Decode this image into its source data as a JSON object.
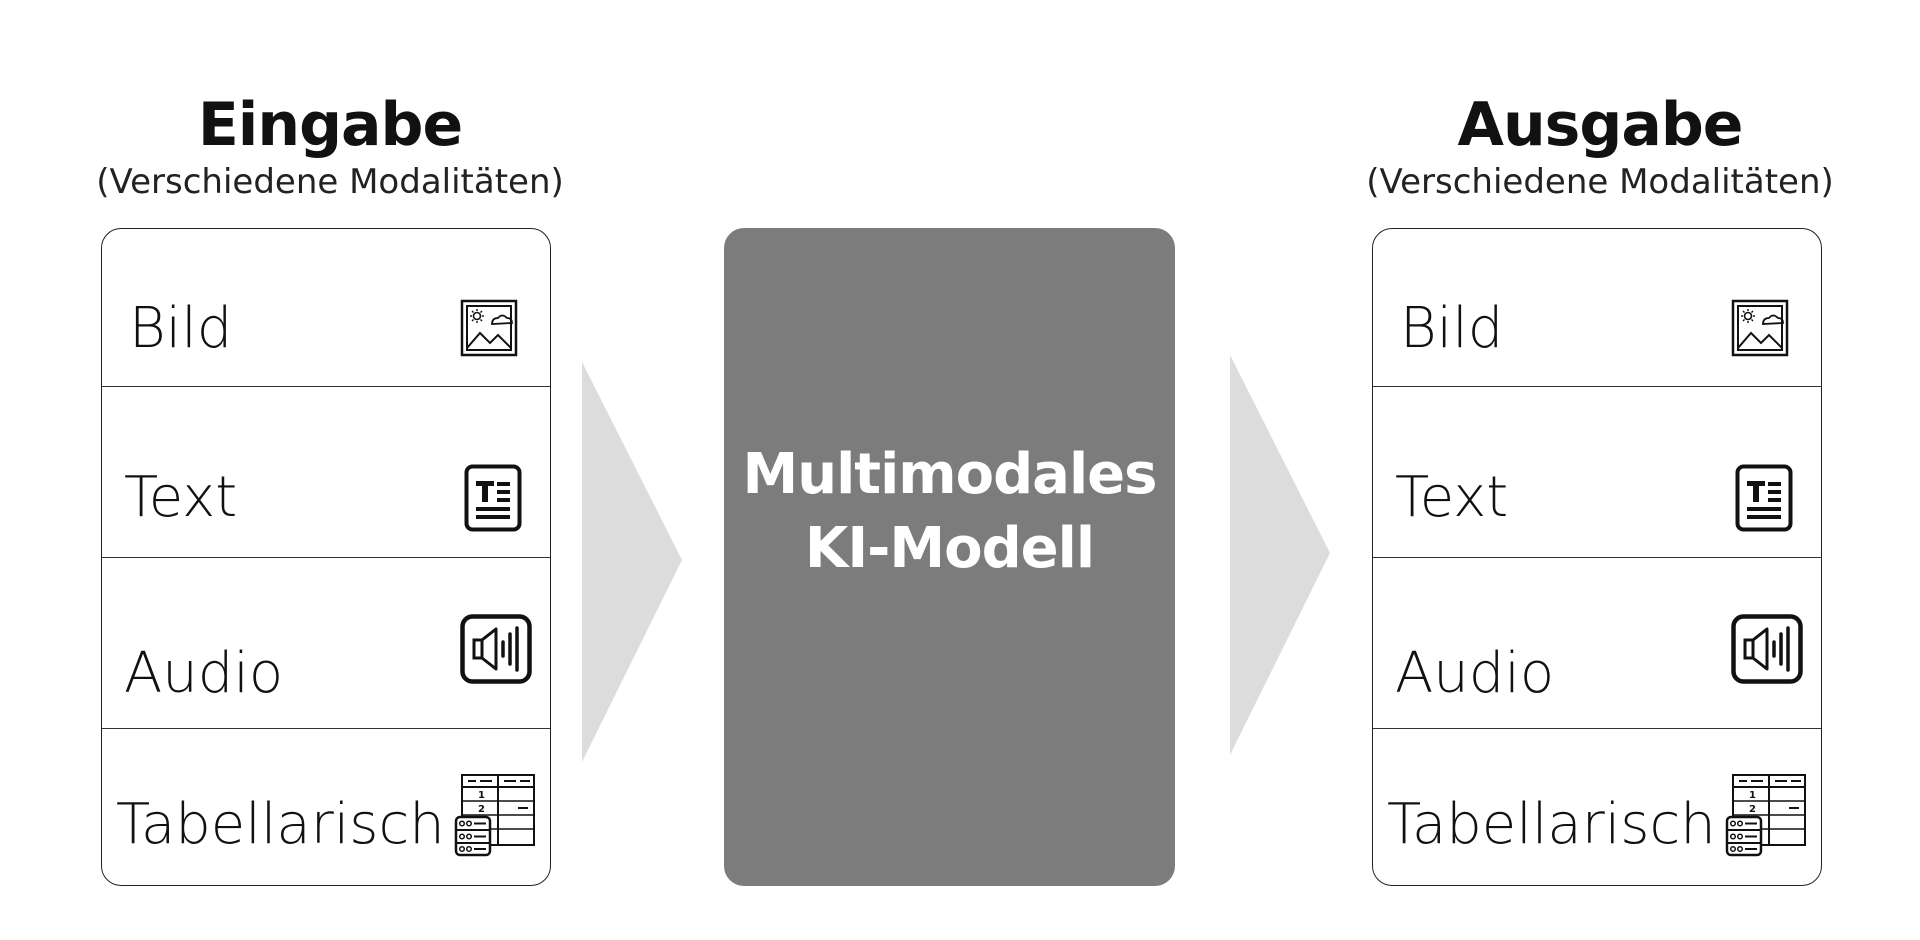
{
  "input": {
    "title": "Eingabe",
    "subtitle": "(Verschiedene Modalitäten)",
    "items": [
      {
        "label": "Bild",
        "icon": "image-icon"
      },
      {
        "label": "Text",
        "icon": "text-document-icon"
      },
      {
        "label": "Audio",
        "icon": "speaker-audio-icon"
      },
      {
        "label": "Tabellarisch",
        "icon": "table-database-icon"
      }
    ]
  },
  "model": {
    "label": "Multimodales\nKI-Modell",
    "color": "#7d7c7d"
  },
  "output": {
    "title": "Ausgabe",
    "subtitle": "(Verschiedene Modalitäten)",
    "items": [
      {
        "label": "Bild",
        "icon": "image-icon"
      },
      {
        "label": "Text",
        "icon": "text-document-icon"
      },
      {
        "label": "Audio",
        "icon": "speaker-audio-icon"
      },
      {
        "label": "Tabellarisch",
        "icon": "table-database-icon"
      }
    ]
  },
  "colors": {
    "arrow": "#dcdcdc",
    "model_box": "#7d7c7d",
    "border": "#222222"
  }
}
